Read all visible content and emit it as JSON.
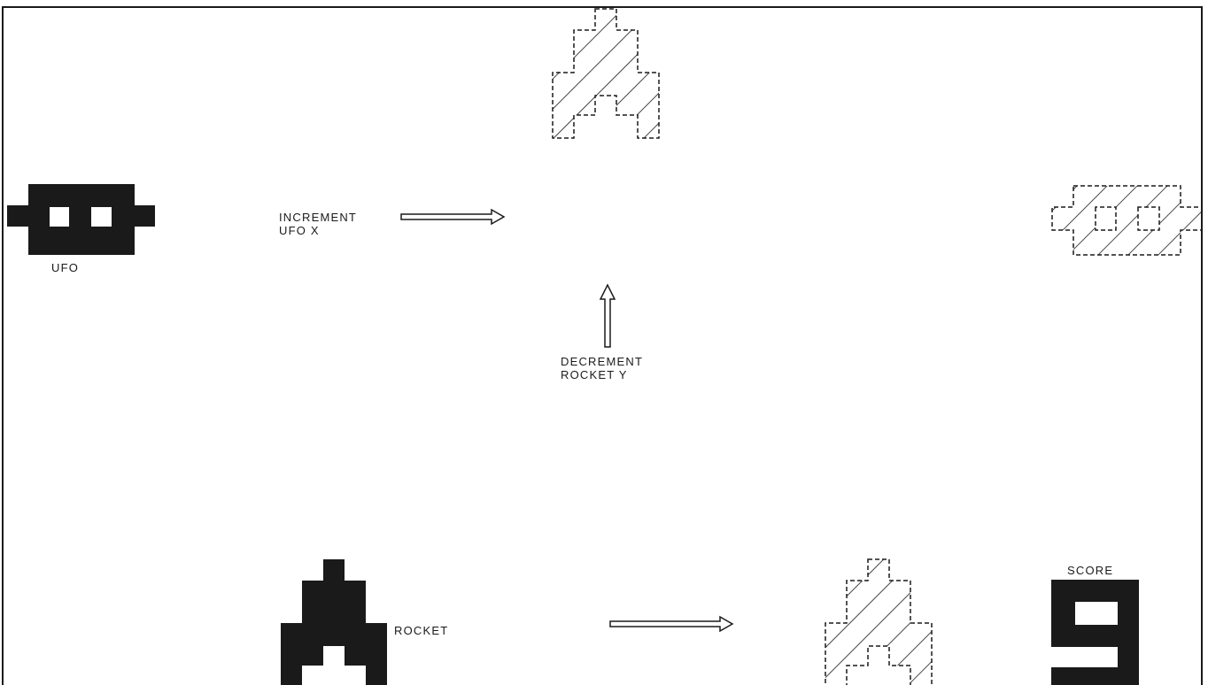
{
  "colors": {
    "ink": "#1a1a1a",
    "paper": "#ffffff"
  },
  "ufo": {
    "label": "UFO"
  },
  "rocket": {
    "label": "ROCKET"
  },
  "increment_ufo": {
    "line1": "INCREMENT",
    "line2": "UFO X"
  },
  "decrement_rocket": {
    "line1": "DECREMENT",
    "line2": "ROCKET Y"
  },
  "score": {
    "label": "SCORE",
    "digit": "9"
  }
}
